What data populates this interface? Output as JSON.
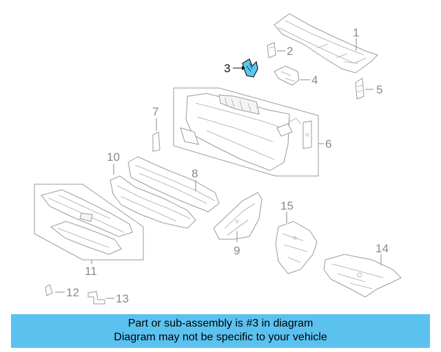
{
  "callouts": [
    {
      "id": "1",
      "text": "1"
    },
    {
      "id": "2",
      "text": "2"
    },
    {
      "id": "3",
      "text": "3"
    },
    {
      "id": "4",
      "text": "4"
    },
    {
      "id": "5",
      "text": "5"
    },
    {
      "id": "6",
      "text": "6"
    },
    {
      "id": "7",
      "text": "7"
    },
    {
      "id": "8",
      "text": "8"
    },
    {
      "id": "9",
      "text": "9"
    },
    {
      "id": "10",
      "text": "10"
    },
    {
      "id": "11",
      "text": "11"
    },
    {
      "id": "12",
      "text": "12"
    },
    {
      "id": "13",
      "text": "13"
    },
    {
      "id": "14",
      "text": "14"
    },
    {
      "id": "15",
      "text": "15"
    }
  ],
  "highlight_part": "3",
  "colors": {
    "highlight_part": "#5bc8f0",
    "banner_bg": "#5bc2f0",
    "line_art": "#9a9a9a"
  },
  "banner": {
    "line1": "Part or sub-assembly is #3 in diagram",
    "line2": "Diagram may not be specific to your vehicle"
  }
}
